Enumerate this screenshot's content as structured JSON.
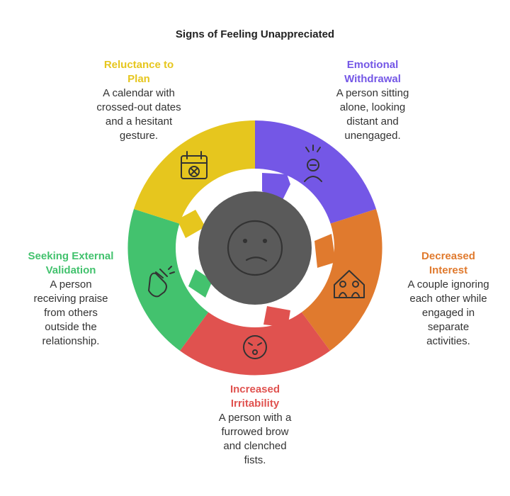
{
  "title": "Signs of Feeling Unappreciated",
  "colors": {
    "emotional": "#7457E6",
    "decreased": "#E07A2E",
    "irritability": "#E0524F",
    "seeking": "#43C26E",
    "reluctance": "#E6C61E",
    "center": "#5A5A5A",
    "ring_gap": "#ffffff",
    "icon_stroke": "#333333"
  },
  "segments": [
    {
      "key": "emotional",
      "heading": "Emotional\nWithdrawal",
      "description": "A person sitting\nalone, looking\ndistant and\nunengaged.",
      "icon": "person-alone-icon"
    },
    {
      "key": "decreased",
      "heading": "Decreased\nInterest",
      "description": "A couple ignoring\neach other while\nengaged in\nseparate\nactivities.",
      "icon": "couple-house-icon"
    },
    {
      "key": "irritability",
      "heading": "Increased\nIrritability",
      "description": "A person with a\nfurrowed brow\nand clenched\nfists.",
      "icon": "angry-face-icon"
    },
    {
      "key": "seeking",
      "heading": "Seeking External\nValidation",
      "description": "A person\nreceiving praise\nfrom others\noutside the\nrelationship.",
      "icon": "clapping-hands-icon"
    },
    {
      "key": "reluctance",
      "heading": "Reluctance to\nPlan",
      "description": "A calendar with\ncrossed-out dates\nand a hesitant\ngesture.",
      "icon": "calendar-cross-icon"
    }
  ],
  "center_icon": "sad-face-icon"
}
